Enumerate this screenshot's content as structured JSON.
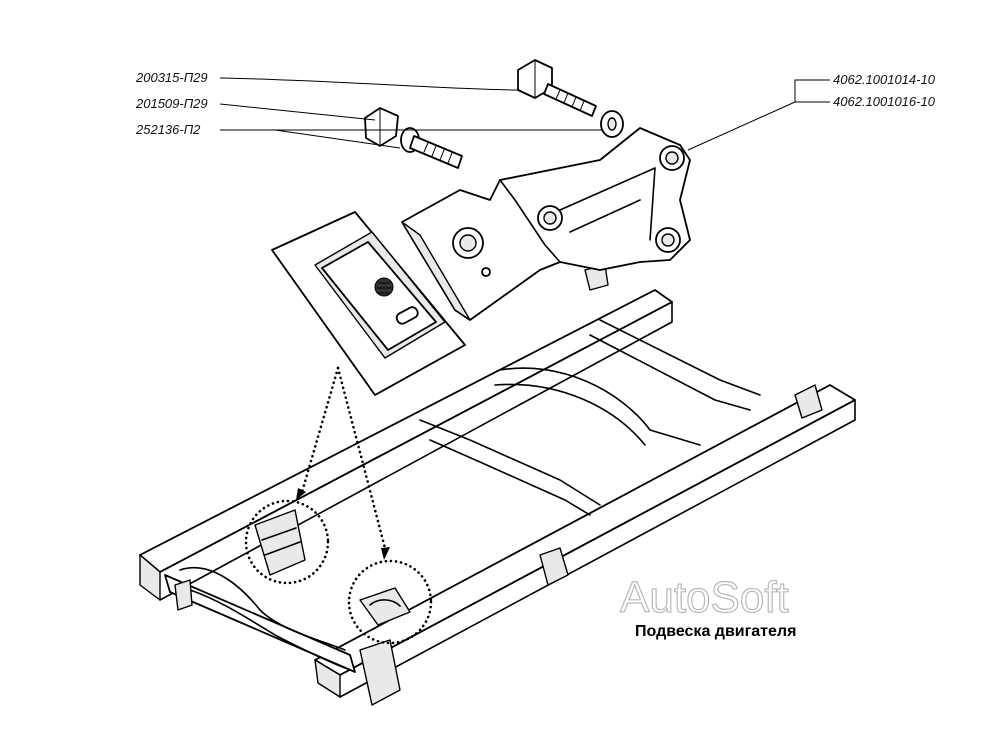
{
  "part_labels": {
    "bolt_top": "200315-П29",
    "bolt_bottom": "201509-П29",
    "washer": "252136-П2",
    "bracket_a": "4062.1001014-10",
    "bracket_b": "4062.1001016-10"
  },
  "watermark": "AutoSoft",
  "caption": "Подвеска двигателя"
}
